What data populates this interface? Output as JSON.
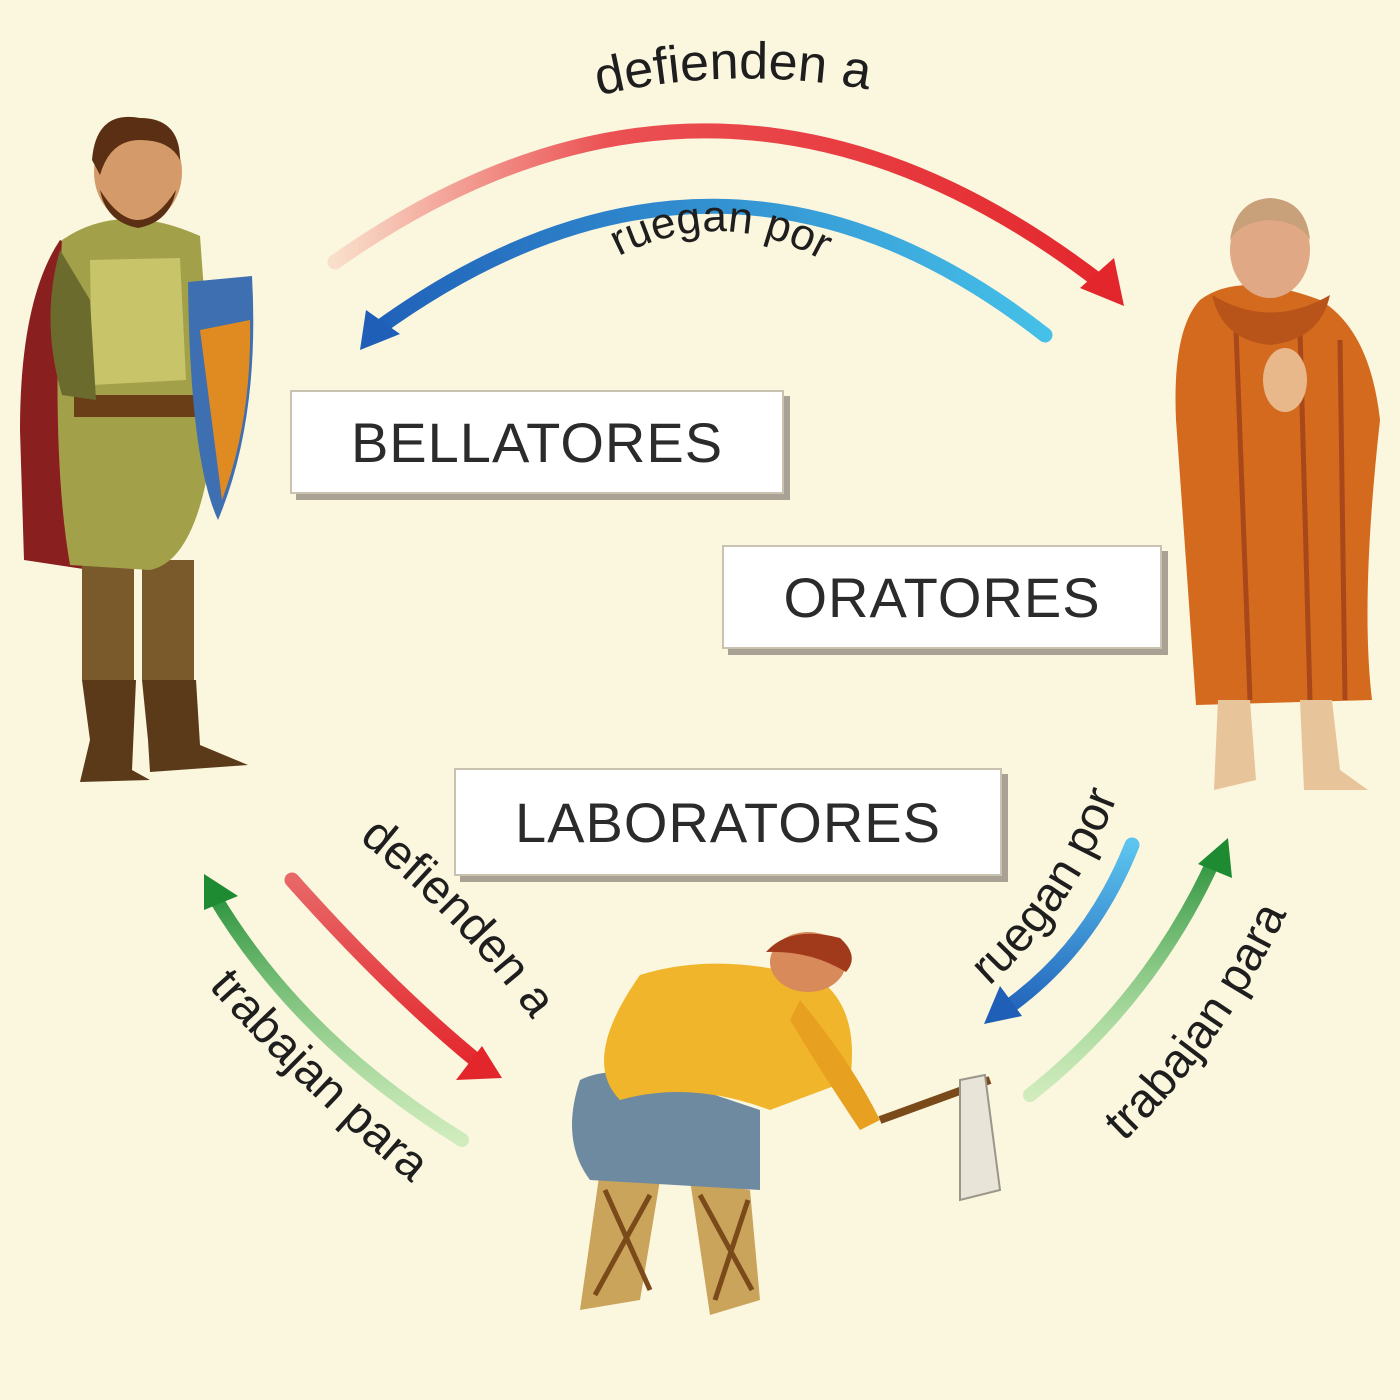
{
  "groups": {
    "bellatores": "BELLATORES",
    "oratores": "ORATORES",
    "laboratores": "LABORATORES"
  },
  "relations": {
    "top_defend": "defienden a",
    "top_pray": "ruegan por",
    "left_defend": "defienden a",
    "left_work": "trabajan para",
    "right_pray": "ruegan por",
    "right_work": "trabajan para"
  },
  "colors": {
    "defend": "#e8333a",
    "pray": "#2b6fc0",
    "work": "#1e8a32",
    "background": "#fbf6de"
  },
  "figures": [
    "knight",
    "monk",
    "peasant"
  ]
}
